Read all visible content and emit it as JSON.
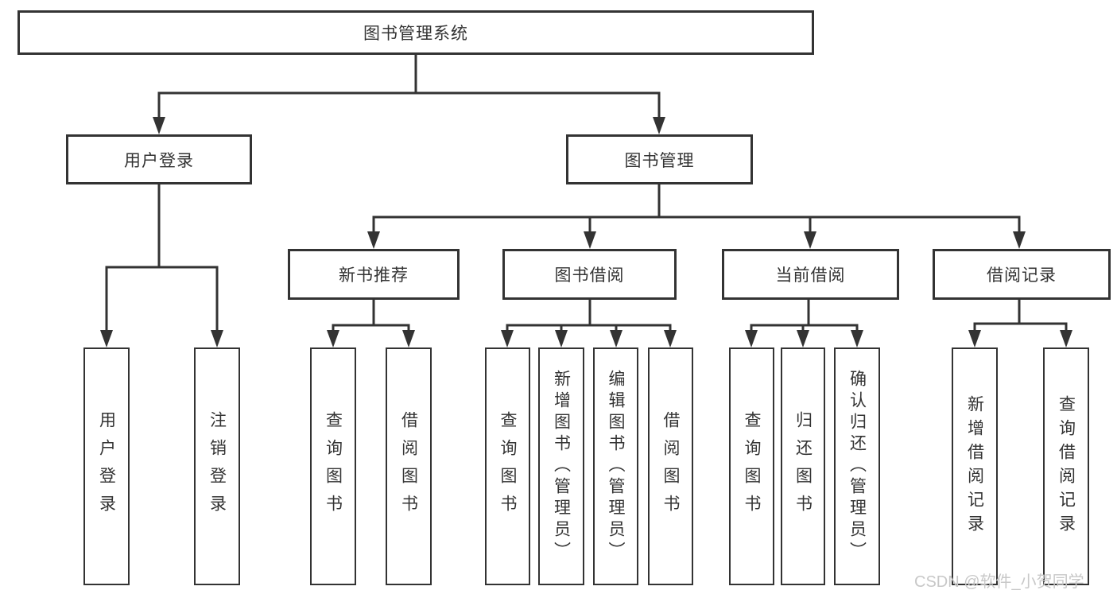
{
  "root": {
    "label": "图书管理系统"
  },
  "level2": [
    {
      "label": "用户登录",
      "children": [
        {
          "label": "用户登录"
        },
        {
          "label": "注销登录"
        }
      ]
    },
    {
      "label": "图书管理",
      "children": [
        {
          "label": "新书推荐",
          "children": [
            {
              "label": "查询图书"
            },
            {
              "label": "借阅图书"
            }
          ]
        },
        {
          "label": "图书借阅",
          "children": [
            {
              "label": "查询图书"
            },
            {
              "label": "新增图书（管理员）"
            },
            {
              "label": "编辑图书（管理员）"
            },
            {
              "label": "借阅图书"
            }
          ]
        },
        {
          "label": "当前借阅",
          "children": [
            {
              "label": "查询图书"
            },
            {
              "label": "归还图书"
            },
            {
              "label": "确认归还（管理员）"
            }
          ]
        },
        {
          "label": "借阅记录",
          "children": [
            {
              "label": "新增借阅记录"
            },
            {
              "label": "查询借阅记录"
            }
          ]
        }
      ]
    }
  ],
  "watermark": "CSDN @软件_小贺同学",
  "colors": {
    "line": "#333333",
    "box_border": "#333333",
    "box_fill": "#ffffff",
    "text": "#333333",
    "watermark": "#c8c8c8",
    "background": "#ffffff"
  }
}
